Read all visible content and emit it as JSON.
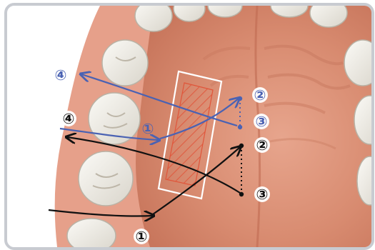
{
  "colors": {
    "blue": "#4a62b3",
    "black": "#111111",
    "flap_outline": "#ffffff",
    "hatch": "#e0553a",
    "palate": "#d98b72",
    "gum": "#e6a08a",
    "tooth": "#f1efe8"
  },
  "markers": {
    "blue": [
      {
        "label": "④"
      },
      {
        "label": "①"
      },
      {
        "label": "②"
      },
      {
        "label": "③"
      }
    ],
    "black": [
      {
        "label": "④"
      },
      {
        "label": "①"
      },
      {
        "label": "②"
      },
      {
        "label": "③"
      }
    ]
  }
}
